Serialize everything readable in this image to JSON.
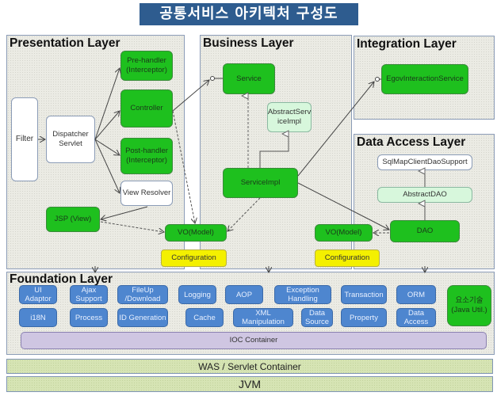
{
  "title": "공통서비스 아키텍처 구성도",
  "layers": {
    "presentation": {
      "title": "Presentation Layer",
      "nodes": {
        "filter": "Filter",
        "dispatcher": "Dispatcher Servlet",
        "pre_handler": "Pre-handler (Interceptor)",
        "controller": "Controller",
        "post_handler": "Post-handler (Interceptor)",
        "view_resolver": "View Resolver",
        "jsp": "JSP (View)",
        "vo_model": "VO(Model)",
        "configuration": "Configuration"
      }
    },
    "business": {
      "title": "Business Layer",
      "nodes": {
        "service": "Service",
        "abstract_service_impl": "AbstractServ iceImpl",
        "service_impl": "ServiceImpl"
      }
    },
    "integration": {
      "title": "Integration Layer",
      "nodes": {
        "egov_interaction_service": "EgovInteractionService"
      }
    },
    "data_access": {
      "title": "Data Access Layer",
      "nodes": {
        "sqlmap_support": "SqlMapClientDaoSupport",
        "abstract_dao": "AbstractDAO",
        "dao": "DAO",
        "vo_model": "VO(Model)",
        "configuration": "Configuration"
      }
    },
    "foundation": {
      "title": "Foundation Layer",
      "row1": [
        "UI Adaptor",
        "Ajax Support",
        "FileUp /Download",
        "Logging",
        "AOP",
        "Exception Handling",
        "Transaction",
        "ORM"
      ],
      "row2": [
        "i18N",
        "Process",
        "ID Generation",
        "Cache",
        "XML Manipulation",
        "Data Source",
        "Property",
        "Data Access"
      ],
      "java_util": "요소기술 (Java Util.)",
      "ioc_container": "IOC Container"
    }
  },
  "bands": {
    "was": "WAS / Servlet Container",
    "jvm": "JVM"
  },
  "colors": {
    "title_bg": "#2e5c8f",
    "component_green": "#1ec01e",
    "configuration_yellow": "#f4f000",
    "foundation_blue": "#4e86cf",
    "ioc_purple": "#cfc6e2",
    "abstract_mint": "#d7f7dc",
    "band_green": "#d6e4b4"
  }
}
